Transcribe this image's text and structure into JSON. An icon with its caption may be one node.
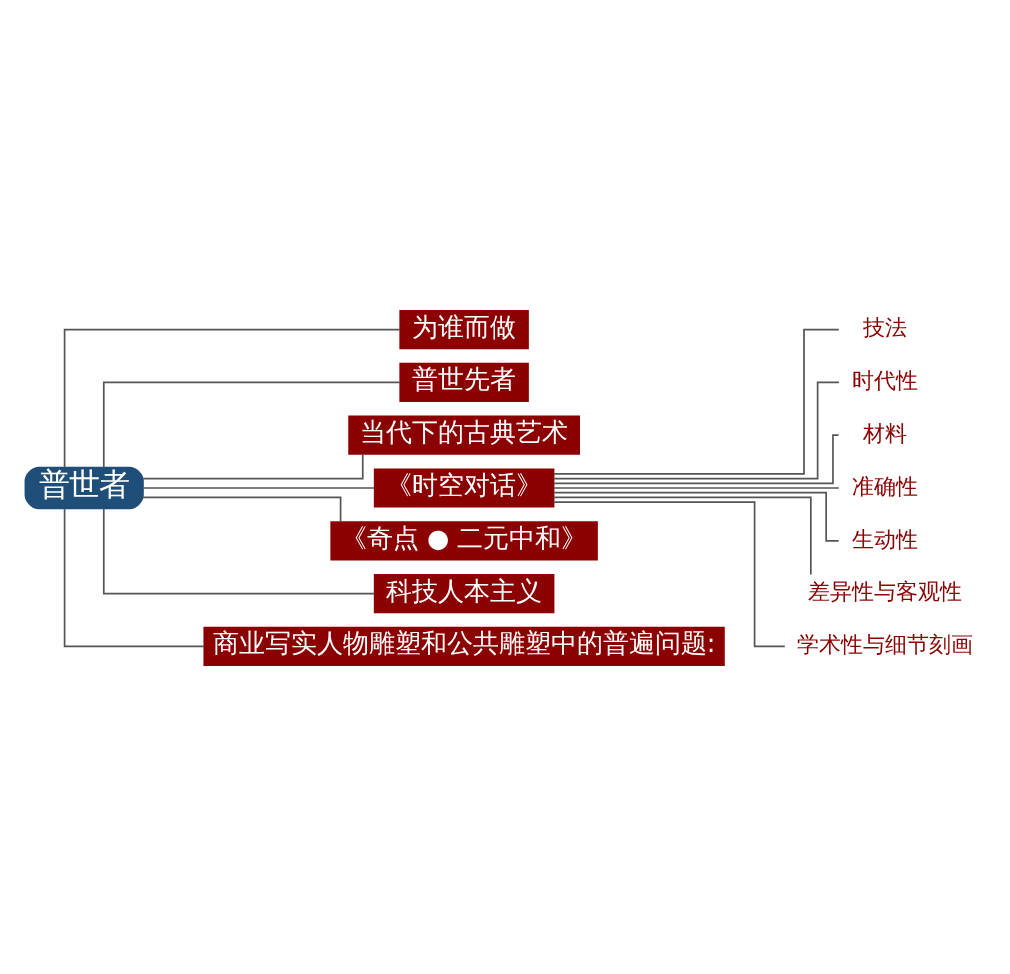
{
  "diagram": {
    "nodes": [
      {
        "text": [
          "普世者"
        ]
      },
      {
        "text": [
          "为谁而做"
        ]
      },
      {
        "text": [
          "普世先者"
        ]
      },
      {
        "text": [
          "当代下的古典艺术"
        ]
      },
      {
        "text": [
          "《时空对话》"
        ]
      },
      {
        "text": [
          "技法"
        ]
      },
      {
        "text": [
          "时代性"
        ]
      },
      {
        "text": [
          "材料"
        ]
      },
      {
        "text": [
          "准确性"
        ]
      },
      {
        "text": [
          "生动性"
        ]
      },
      {
        "text": [
          "差异性与客观性"
        ]
      },
      {
        "text": [
          "学术性与细节刻画"
        ]
      },
      {
        "text": [
          "《奇点 ● 二元中和》"
        ]
      },
      {
        "text": [
          "科技人本主义"
        ]
      },
      {
        "text": [
          "商业写实人物雕塑和公共雕塑中的普遍问题:"
        ]
      }
    ],
    "edges": [
      {
        "from": 0,
        "to": 1,
        "arrow": "none"
      },
      {
        "from": 0,
        "to": 2,
        "arrow": "none"
      },
      {
        "from": 0,
        "to": 3,
        "arrow": "none"
      },
      {
        "from": 0,
        "to": 4,
        "arrow": "none"
      },
      {
        "from": 4,
        "to": 5,
        "arrow": "none"
      },
      {
        "from": 4,
        "to": 6,
        "arrow": "none"
      },
      {
        "from": 4,
        "to": 7,
        "arrow": "none"
      },
      {
        "from": 4,
        "to": 8,
        "arrow": "none"
      },
      {
        "from": 4,
        "to": 9,
        "arrow": "none"
      },
      {
        "from": 4,
        "to": 10,
        "arrow": "none"
      },
      {
        "from": 4,
        "to": 11,
        "arrow": "none"
      },
      {
        "from": 0,
        "to": 12,
        "arrow": "none"
      },
      {
        "from": 0,
        "to": 13,
        "arrow": "none"
      },
      {
        "from": 0,
        "to": 14,
        "arrow": "none"
      }
    ]
  }
}
